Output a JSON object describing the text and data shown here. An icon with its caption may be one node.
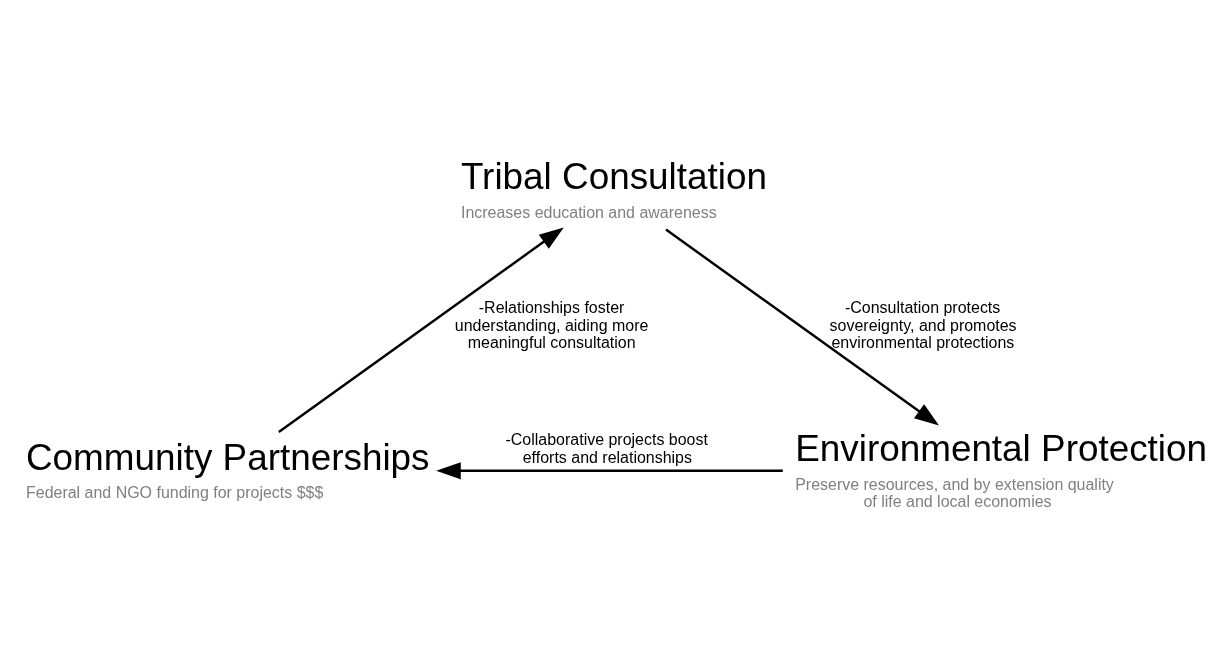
{
  "diagram": {
    "nodes": [
      {
        "text": [
          "Tribal Consultation"
        ],
        "beside": [
          "Increases education and awareness"
        ]
      },
      {
        "text": [
          "Environmental Protection"
        ],
        "beside": [
          "Preserve resources, and by extension quality of life and local economies"
        ]
      },
      {
        "text": [
          "Community Partnerships"
        ],
        "beside": [
          "Federal and NGO funding for projects $$$"
        ]
      }
    ],
    "edges": [
      {
        "from": 2,
        "to": 0,
        "arrow": "to",
        "label": "-Relationships foster understanding, aiding more meaningful consultation"
      },
      {
        "from": 0,
        "to": 1,
        "arrow": "to",
        "label": "-Consultation protects sovereignty, and promotes environmental protections"
      },
      {
        "from": 1,
        "to": 2,
        "arrow": "to",
        "label": "-Collaborative projects boost efforts and relationships"
      }
    ]
  }
}
